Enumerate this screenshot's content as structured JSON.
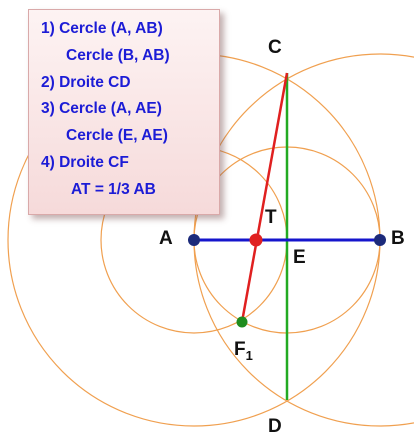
{
  "steps": [
    {
      "text": "1) Cercle (A, AB)",
      "kind": "step"
    },
    {
      "text": "Cercle (B, AB)",
      "kind": "cont"
    },
    {
      "text": "2) Droite CD",
      "kind": "step"
    },
    {
      "text": "3) Cercle (A, AE)",
      "kind": "step"
    },
    {
      "text": "Cercle (E, AE)",
      "kind": "cont"
    },
    {
      "text": "4) Droite CF",
      "kind": "step"
    },
    {
      "text": "AT = 1/3 AB",
      "kind": "result"
    }
  ],
  "points": {
    "A": "A",
    "B": "B",
    "C": "C",
    "D": "D",
    "E": "E",
    "T": "T",
    "F": "F",
    "F_sub": "1"
  },
  "colors": {
    "circles": "#f0a050",
    "segment_ab": "#1515cc",
    "line_cd": "#22aa22",
    "line_cf": "#e02020",
    "point_t": "#e02020",
    "point_f": "#1e8c1e",
    "points_ab": "#1c2a7a",
    "text": "#1c1cd6"
  }
}
